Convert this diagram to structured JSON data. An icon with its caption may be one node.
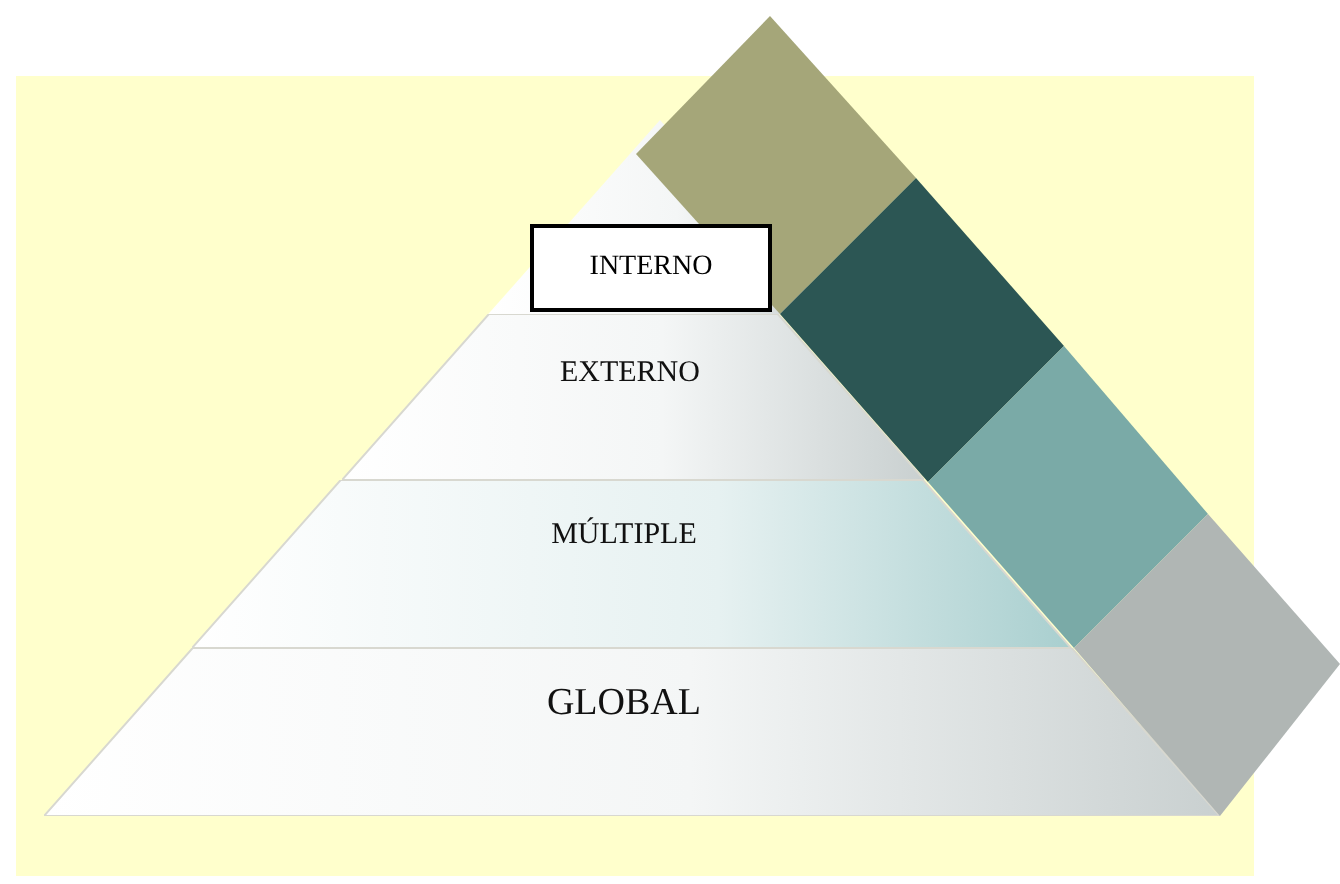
{
  "diagram": {
    "nodes": [
      {
        "text": [
          "INTERNO"
        ]
      },
      {
        "text": [
          "EXTERNO"
        ]
      },
      {
        "text": [
          "MÚLTIPLE"
        ]
      },
      {
        "text": [
          "GLOBAL"
        ]
      }
    ]
  }
}
